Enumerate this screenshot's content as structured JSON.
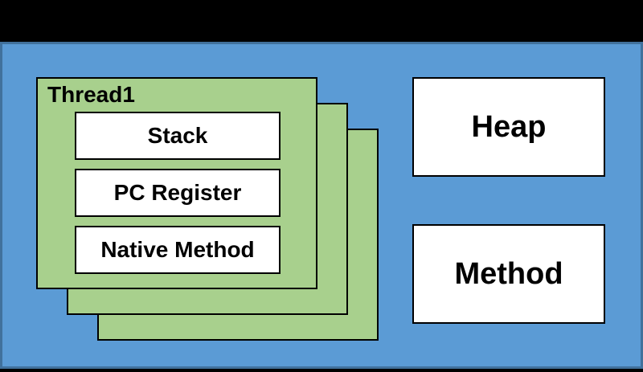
{
  "colors": {
    "canvas_background": "#000000",
    "panel_fill": "#5B9BD5",
    "panel_border": "#41719C",
    "thread_fill": "#A8D08D",
    "box_fill": "#FFFFFF",
    "outline": "#000000",
    "text": "#000000"
  },
  "diagram": {
    "thread": {
      "title": "Thread1",
      "stacked_copies": 3,
      "boxes": [
        {
          "label": "Stack"
        },
        {
          "label": "PC Register"
        },
        {
          "label": "Native Method"
        }
      ]
    },
    "shared_areas": [
      {
        "label": "Heap"
      },
      {
        "label": "Method"
      }
    ]
  }
}
